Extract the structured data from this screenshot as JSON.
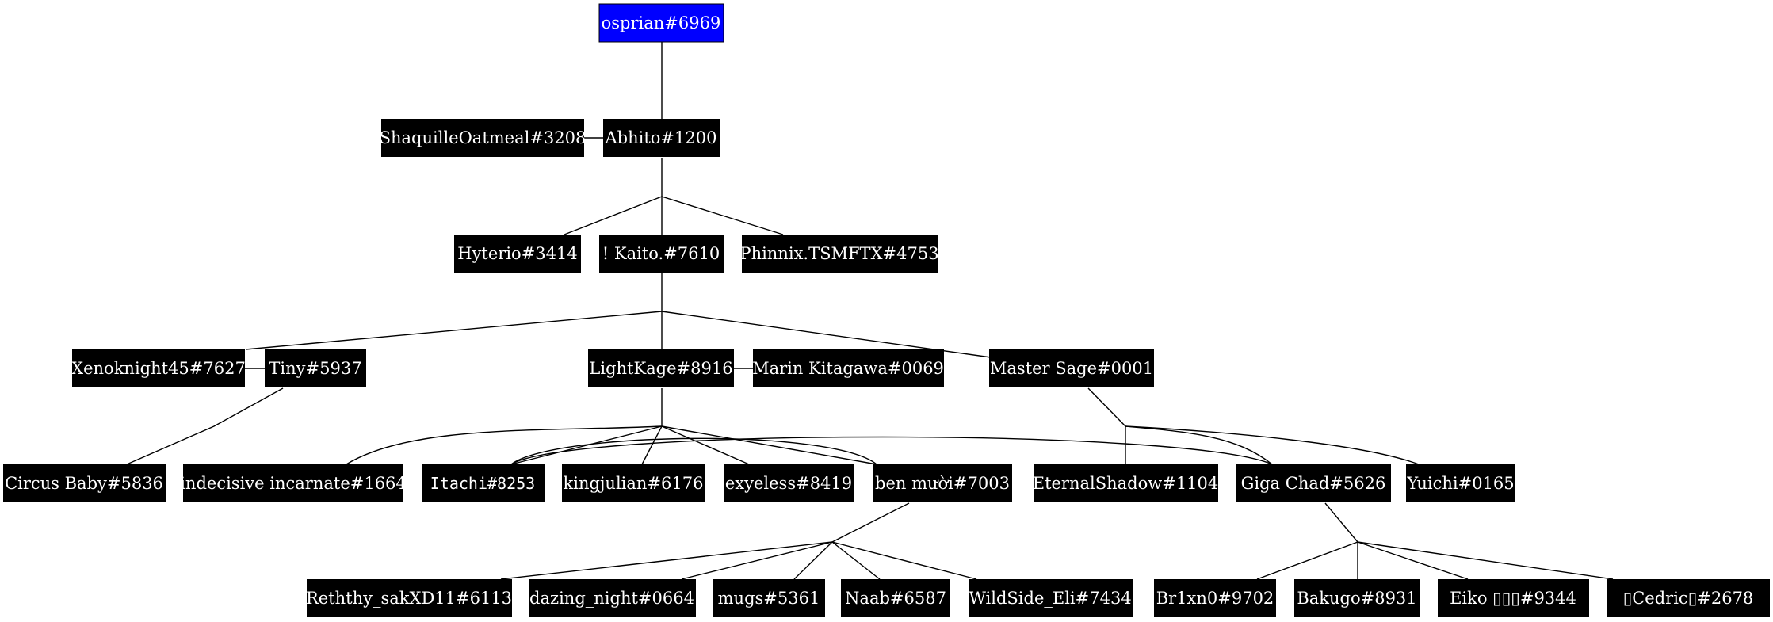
{
  "colors": {
    "root": "#0000ff",
    "node": "#000000",
    "text": "#ffffff",
    "edge": "#000000"
  },
  "nodes": [
    {
      "id": "osprian",
      "label": "osprian#6969",
      "root": true
    },
    {
      "id": "shaquille",
      "label": "ShaquilleOatmeal#3208"
    },
    {
      "id": "abhito",
      "label": "Abhito#1200"
    },
    {
      "id": "hyterio",
      "label": "Hyterio#3414"
    },
    {
      "id": "kaito",
      "label": "! Kaito.#7610"
    },
    {
      "id": "phinnix",
      "label": "Phinnix.TSMFTX#4753"
    },
    {
      "id": "xenoknight",
      "label": "Xenoknight45#7627"
    },
    {
      "id": "tiny",
      "label": "Tiny#5937"
    },
    {
      "id": "lightkage",
      "label": "LightKage#8916"
    },
    {
      "id": "marin",
      "label": "Marin Kitagawa#0069"
    },
    {
      "id": "mastersage",
      "label": "Master Sage#0001"
    },
    {
      "id": "circusbaby",
      "label": "Circus Baby#5836"
    },
    {
      "id": "indecisive",
      "label": "indecisive incarnate#1664"
    },
    {
      "id": "itachi",
      "label": "Itachi#8253",
      "mono": true
    },
    {
      "id": "kingjulian",
      "label": "kingjulian#6176"
    },
    {
      "id": "exyeless",
      "label": "exyeless#8419"
    },
    {
      "id": "benmuoi",
      "label": "ben mười#7003"
    },
    {
      "id": "eternalshadow",
      "label": "EternalShadow#1104"
    },
    {
      "id": "gigachad",
      "label": "Giga Chad#5626"
    },
    {
      "id": "yuichi",
      "label": "Yuichi#0165"
    },
    {
      "id": "reththy",
      "label": "Reththy_sakXD11#6113"
    },
    {
      "id": "dazing",
      "label": "dazing_night#0664"
    },
    {
      "id": "mugs",
      "label": "mugs#5361"
    },
    {
      "id": "naab",
      "label": "Naab#6587"
    },
    {
      "id": "wildside",
      "label": "WildSide_Eli#7434"
    },
    {
      "id": "br1xn0",
      "label": "Br1xn0#9702"
    },
    {
      "id": "bakugo",
      "label": "Bakugo#8931"
    },
    {
      "id": "eiko",
      "label": "Eiko ▯▯▯#9344"
    },
    {
      "id": "cedric",
      "label": "▯Cedric▯#2678"
    }
  ]
}
